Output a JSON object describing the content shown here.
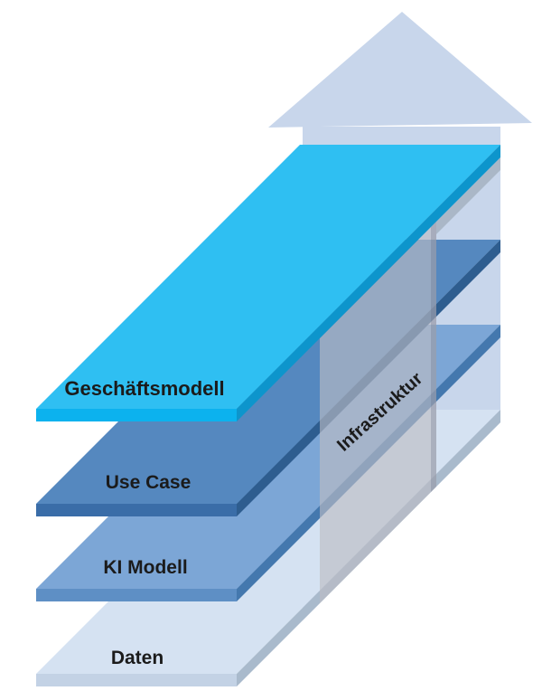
{
  "diagram": {
    "type": "layered-3d-stack-with-arrow",
    "background": "#ffffff",
    "label_color": "#1b1b1b",
    "arrow": {
      "direction": "up",
      "color": "#c8d6eb"
    },
    "layers": [
      {
        "label": "Geschäftsmodell",
        "face_color": "#2fbff2",
        "front_color": "#0cb2ee",
        "edge_color": "#0d95cc"
      },
      {
        "label": "Use Case",
        "face_color": "#5588bf",
        "front_color": "#3a6da8",
        "edge_color": "#2e5d8f"
      },
      {
        "label": "KI Modell",
        "face_color": "#7ca6d6",
        "front_color": "#5e8fc5",
        "edge_color": "#4478ae"
      },
      {
        "label": "Daten",
        "face_color": "#d5e2f2",
        "front_color": "#c3d2e5",
        "edge_color": "#a9bacc"
      }
    ],
    "pillar": {
      "label": "Infrastruktur",
      "overlay_color": "rgba(188,188,195,0.64)",
      "top_edge_color": "#aab7c7",
      "side_shadow_color": "rgba(90,100,125,0.25)"
    }
  }
}
